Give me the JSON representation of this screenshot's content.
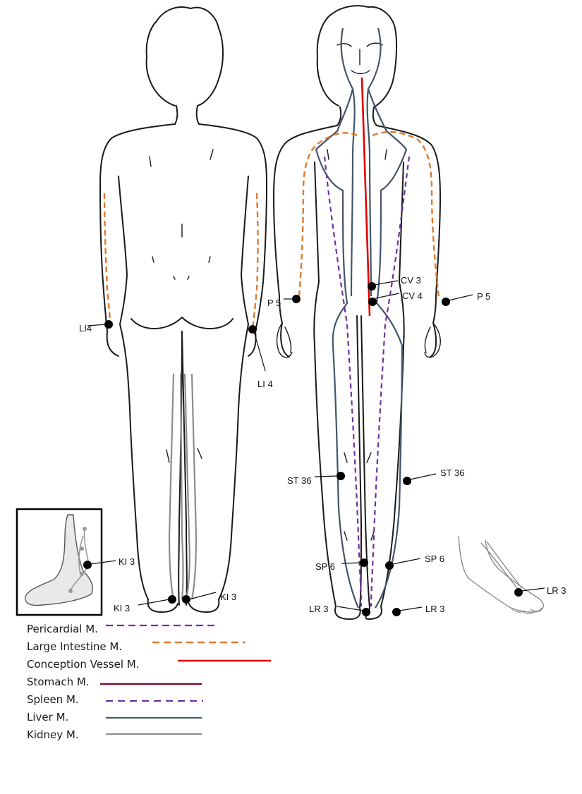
{
  "colors": {
    "pericardial": "#7030a0",
    "large_intestine": "#e07a2e",
    "conception_vessel": "#e00000",
    "stomach": "#7a1030",
    "spleen": "#7030a0",
    "liver": "#44546a",
    "kidney": "#8c8c8c",
    "outline": "#1a1a1a"
  },
  "points": {
    "li4_left": "LI4",
    "li4_right": "LI 4",
    "ki3_inset": "KI 3",
    "ki3_left": "KI 3",
    "ki3_right": "KI 3",
    "p5_left": "P 5",
    "p5_right": "P 5",
    "cv3": "CV 3",
    "cv4": "CV 4",
    "st36_left": "ST 36",
    "st36_right": "ST 36",
    "sp6_left": "SP 6",
    "sp6_right": "SP 6",
    "lr3_left": "LR 3",
    "lr3_right": "LR 3",
    "lr3_foot": "LR 3"
  },
  "legend": [
    {
      "label": "Pericardial M.",
      "color_key": "pericardial",
      "style": "dashed"
    },
    {
      "label": "Large Intestine M.",
      "color_key": "large_intestine",
      "style": "dashed"
    },
    {
      "label": "Conception Vessel M.",
      "color_key": "conception_vessel",
      "style": "solid"
    },
    {
      "label": "Stomach M.",
      "color_key": "stomach",
      "style": "solid"
    },
    {
      "label": "Spleen M.",
      "color_key": "spleen",
      "style": "dashed"
    },
    {
      "label": "Liver M.",
      "color_key": "liver",
      "style": "solid"
    },
    {
      "label": "Kidney M.",
      "color_key": "kidney",
      "style": "solid"
    }
  ]
}
